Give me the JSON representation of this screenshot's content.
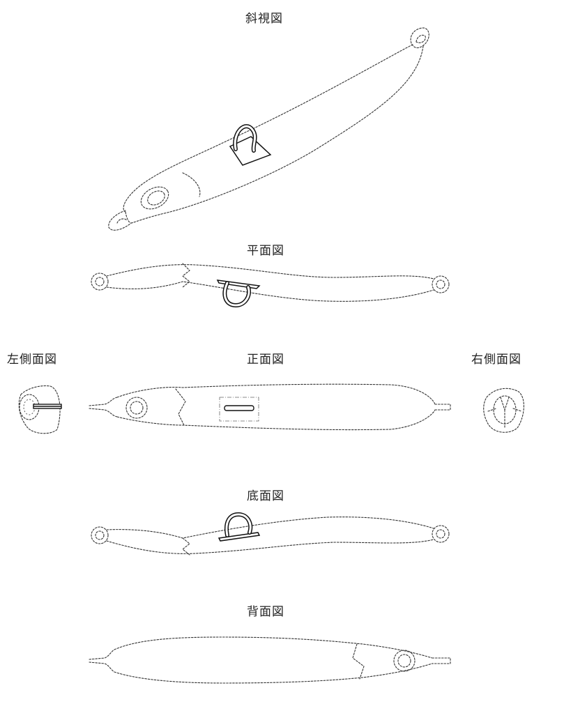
{
  "views": {
    "perspective": "斜視図",
    "plan": "平面図",
    "left_side": "左側面図",
    "front": "正面図",
    "right_side": "右側面図",
    "bottom": "底面図",
    "back": "背面図"
  }
}
